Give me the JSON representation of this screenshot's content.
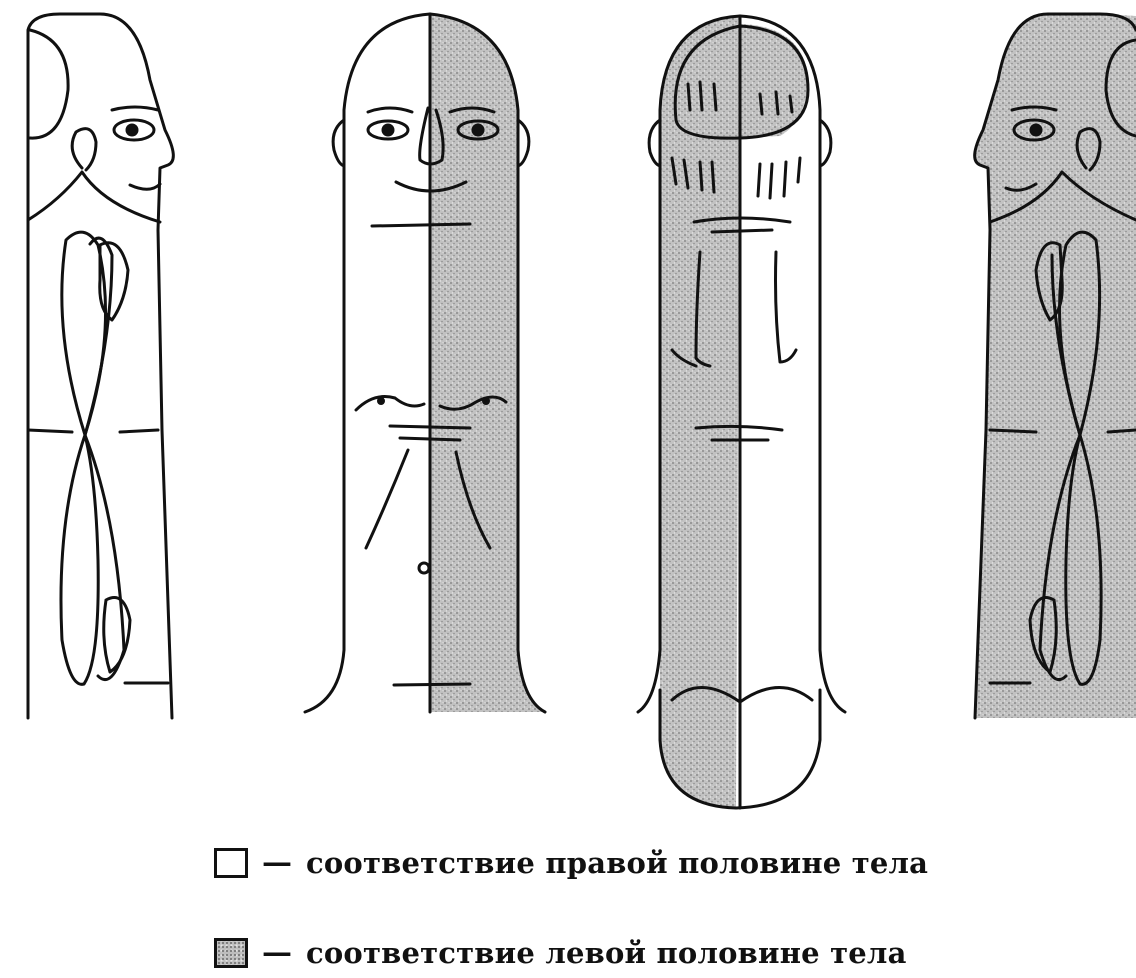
{
  "legend": {
    "right_half": {
      "dash": "—",
      "text": "соответствие правой половине тела"
    },
    "left_half": {
      "dash": "—",
      "text": "соответствие левой половине тела"
    }
  },
  "colors": {
    "right_half_fill": "#ffffff",
    "left_half_fill": "#c2c2c2",
    "stroke": "#111111"
  },
  "figures": [
    {
      "name": "finger-side-view-left",
      "view": "side"
    },
    {
      "name": "finger-front-view",
      "view": "palm side"
    },
    {
      "name": "finger-back-view",
      "view": "nail side"
    },
    {
      "name": "finger-side-view-right",
      "view": "side"
    }
  ]
}
